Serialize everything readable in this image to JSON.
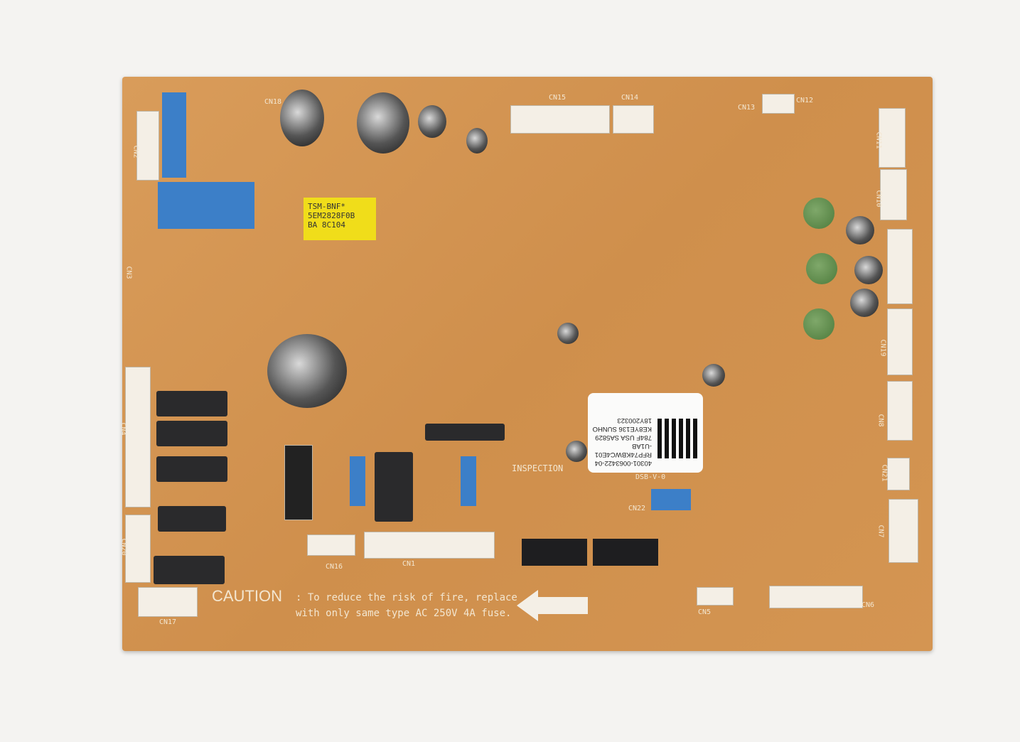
{
  "board": {
    "caution_title": "CAUTION",
    "caution_text": ": To reduce the risk of fire, replace with only same type AC 250V 4A fuse.",
    "transformer_label": [
      "TSM-BNF*",
      "5EM2828F0B",
      "BA 8C104"
    ],
    "sticker_lines": [
      "40301-0063422-04",
      "RFP74KBWC4E01",
      "-U1AB",
      "784F USA SA5829",
      "KE8YE136 SUNHO",
      "18Y200323"
    ],
    "marking": "DSB-V-0",
    "connectors": [
      "CN1",
      "CN2",
      "CN3",
      "CN4",
      "CN5",
      "CN6",
      "CN7",
      "CN8",
      "CN10",
      "CN11",
      "CN12",
      "CN13",
      "CN14",
      "CN15",
      "CN16",
      "CN17",
      "CN18",
      "CN19",
      "CN20",
      "CN21",
      "CN22"
    ],
    "inspection": "INSPECTION",
    "colors": {
      "pcb": "#d39552",
      "silkscreen": "#f3e6d0",
      "transformer": "#f0dd1a"
    }
  }
}
